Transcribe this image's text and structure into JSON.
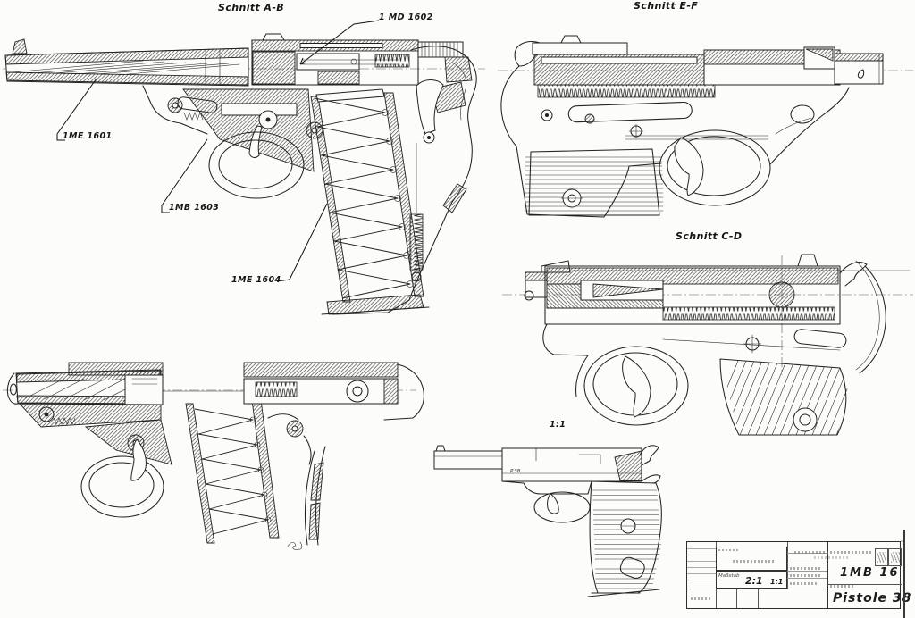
{
  "sheet": {
    "background": "#fcfcfa",
    "ink": "#222222",
    "caption_color": "#151515"
  },
  "captions": {
    "schnitt_ab": "Schnitt A-B",
    "schnitt_ef": "Schnitt E-F",
    "schnitt_cd": "Schnitt C-D",
    "scale_full_view": "1:1"
  },
  "part_labels": {
    "md1602": "1 MD 1602",
    "me1601": "1ME 1601",
    "mb1603": "1MB 1603",
    "me1604": "1ME 1604"
  },
  "markings": {
    "slide": "P.38"
  },
  "title_block": {
    "scale_label": "Maßstab",
    "scale_main": "2:1",
    "scale_alt": "1:1",
    "drawing_number": "1MB 16",
    "drawing_title": "Pistole 38"
  }
}
